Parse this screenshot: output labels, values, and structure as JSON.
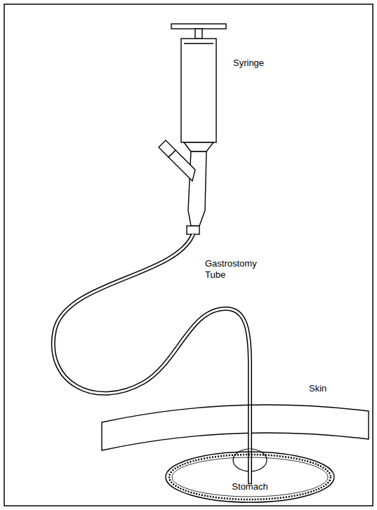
{
  "diagram": {
    "nodes": [
      {
        "text": [
          "Stomach"
        ]
      }
    ],
    "labels": [
      "Syringe",
      "Gastrostomy Tube",
      "Skin"
    ]
  }
}
